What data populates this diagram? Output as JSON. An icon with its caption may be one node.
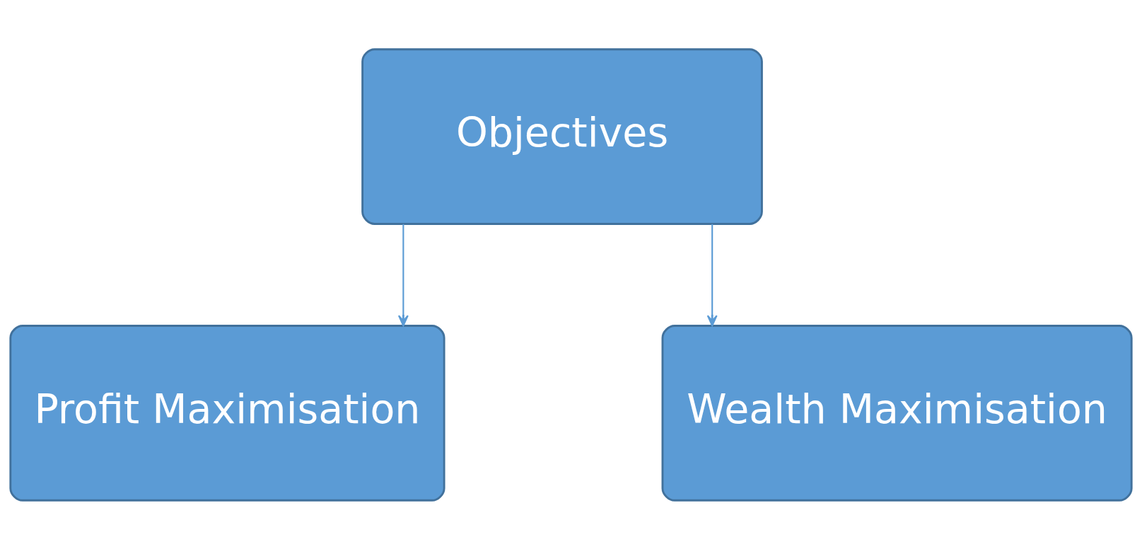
{
  "diagram": {
    "nodes": [
      {
        "text": [
          "Objectives"
        ]
      },
      {
        "text": [
          "Profit Maximisation"
        ]
      },
      {
        "text": [
          "Wealth Maximisation"
        ]
      }
    ],
    "edges": [
      {
        "from": 0,
        "to": 1,
        "arrow": "to"
      },
      {
        "from": 0,
        "to": 2,
        "arrow": "to"
      }
    ]
  }
}
